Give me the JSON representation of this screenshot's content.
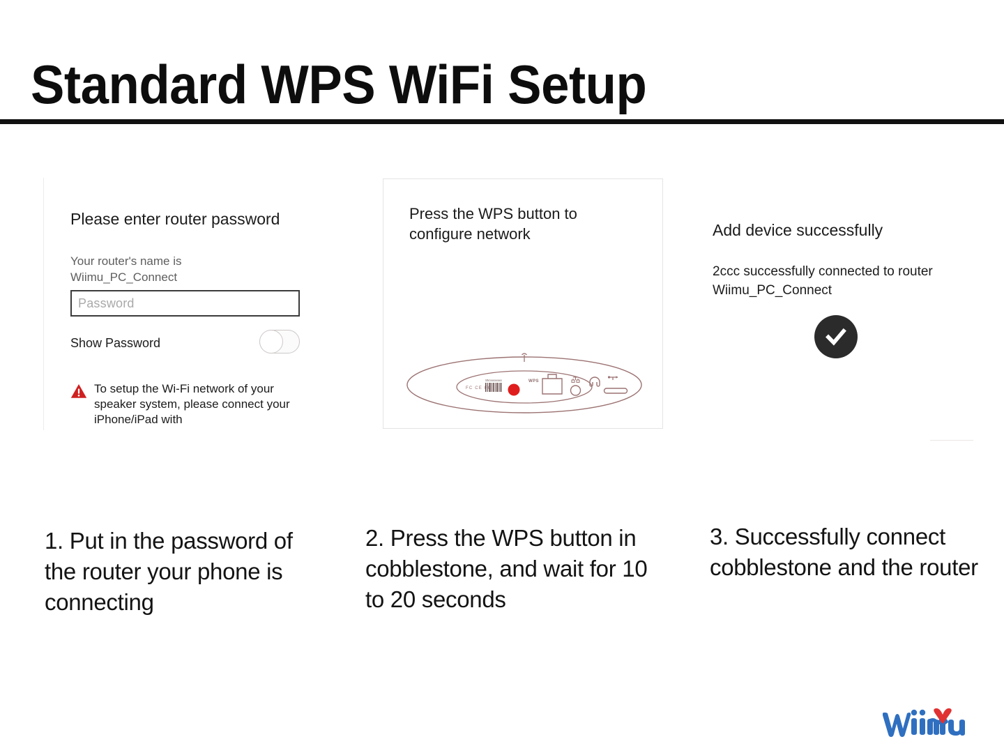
{
  "slide": {
    "title": "Standard WPS WiFi Setup"
  },
  "panels": [
    {
      "id": "enter-password",
      "heading": "Please enter router password",
      "router_name_label": "Your router's name is\nWiimu_PC_Connect",
      "password_input": {
        "placeholder": "Password",
        "value": ""
      },
      "show_password_label": "Show Password",
      "show_password_state": "off",
      "warning_icon": "warning-triangle-icon",
      "warning_text": "To setup the Wi-Fi network of your speaker system, please connect your iPhone/iPad with"
    },
    {
      "id": "press-wps",
      "heading": "Press the WPS button to configure network",
      "device_diagram": {
        "name": "cobblestone-rear-ports-diagram",
        "wps_label": "WPS",
        "wps_button": "red-wps-button",
        "ports": [
          "certification-marks",
          "barcode-label",
          "wps-button",
          "ethernet-port",
          "reset-pinhole",
          "headphone-jack",
          "usb-port"
        ],
        "outline_color": "#9a6f6f",
        "button_color": "#e01d1d"
      }
    },
    {
      "id": "add-device-success",
      "heading": "Add device successfully",
      "body": "2ccc successfully connected to router Wiimu_PC_Connect",
      "status_icon": "check-circle-icon",
      "status_color": "#2b2b2b"
    }
  ],
  "captions": [
    "1. Put in the password of the router your phone is connecting",
    "2. Press the WPS button in cobblestone, and wait for 10 to 20 seconds",
    "3. Successfully connect cobblestone and the router"
  ],
  "logo": {
    "name": "wiimu-logo",
    "text": "WiiMu",
    "primary_color": "#2f6fc0",
    "accent_color": "#e03232"
  }
}
